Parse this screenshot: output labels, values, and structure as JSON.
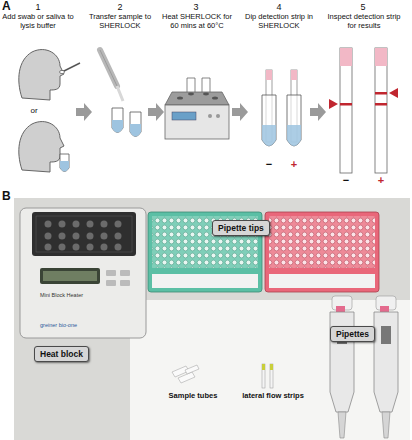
{
  "diagram": {
    "nodes": [
      {
        "text": [
          "Heat block"
        ]
      },
      {
        "text": [
          "Pipette tips"
        ]
      },
      {
        "text": [
          "Pipettes"
        ]
      }
    ],
    "edges": [],
    "labels": [
      "A",
      "1",
      "Add swab or saliva to lysis buffer",
      "or",
      "2",
      "Transfer sample to SHERLOCK",
      "3",
      "Heat SHERLOCK for 60 mins at 60°C",
      "4",
      "Dip detection strip in SHERLOCK",
      "−",
      "+",
      "5",
      "Inspect detection strip for results",
      "−",
      "+",
      "B",
      "Mini Block Heater",
      "greiner bio-one",
      "Sample tubes",
      "lateral flow strips"
    ]
  }
}
